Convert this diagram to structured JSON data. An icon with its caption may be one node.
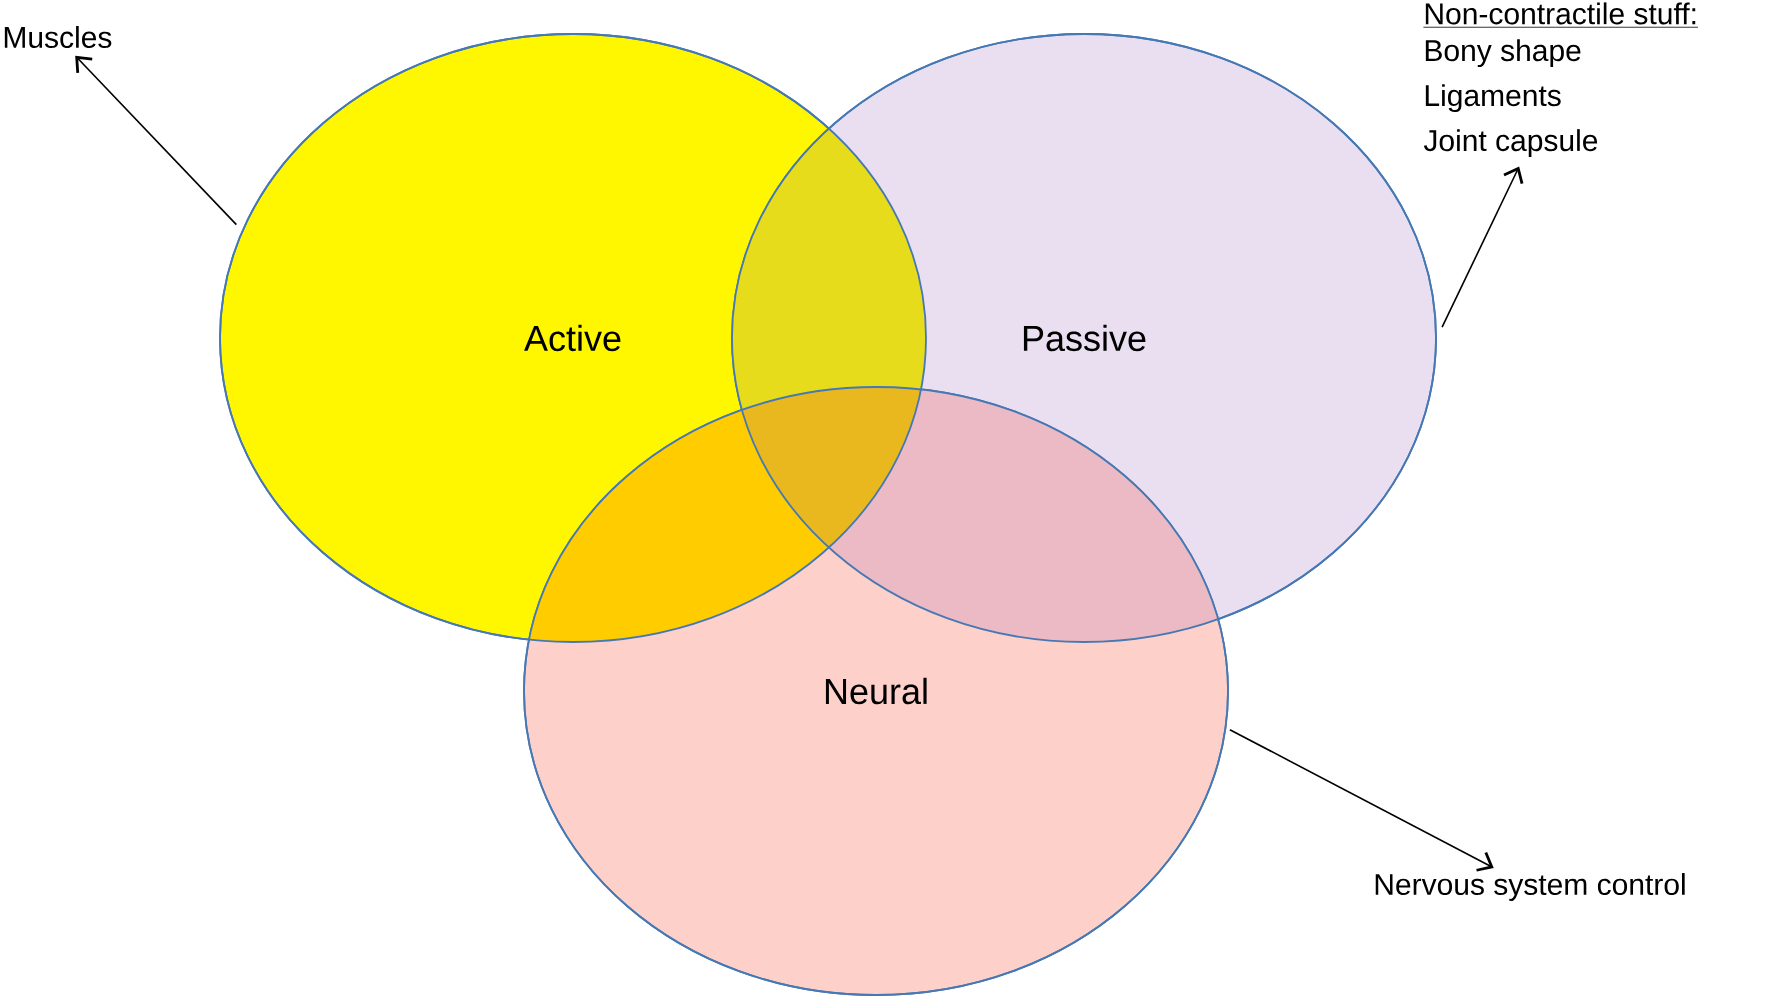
{
  "diagram": {
    "nodes": [
      {
        "text": [
          "Active"
        ]
      },
      {
        "text": [
          "Passive"
        ]
      },
      {
        "text": [
          "Neural"
        ]
      },
      {
        "text": [
          "Muscles"
        ]
      },
      {
        "text": [
          "Non-contractile stuff:",
          "Bony shape Ligaments Joint capsule"
        ]
      },
      {
        "text": [
          "Nervous system control"
        ]
      }
    ],
    "edges": [
      {
        "from": 0,
        "to": 3,
        "arrow": "to"
      },
      {
        "from": 1,
        "to": 4,
        "arrow": "to"
      },
      {
        "from": 2,
        "to": 5,
        "arrow": "to"
      }
    ]
  }
}
